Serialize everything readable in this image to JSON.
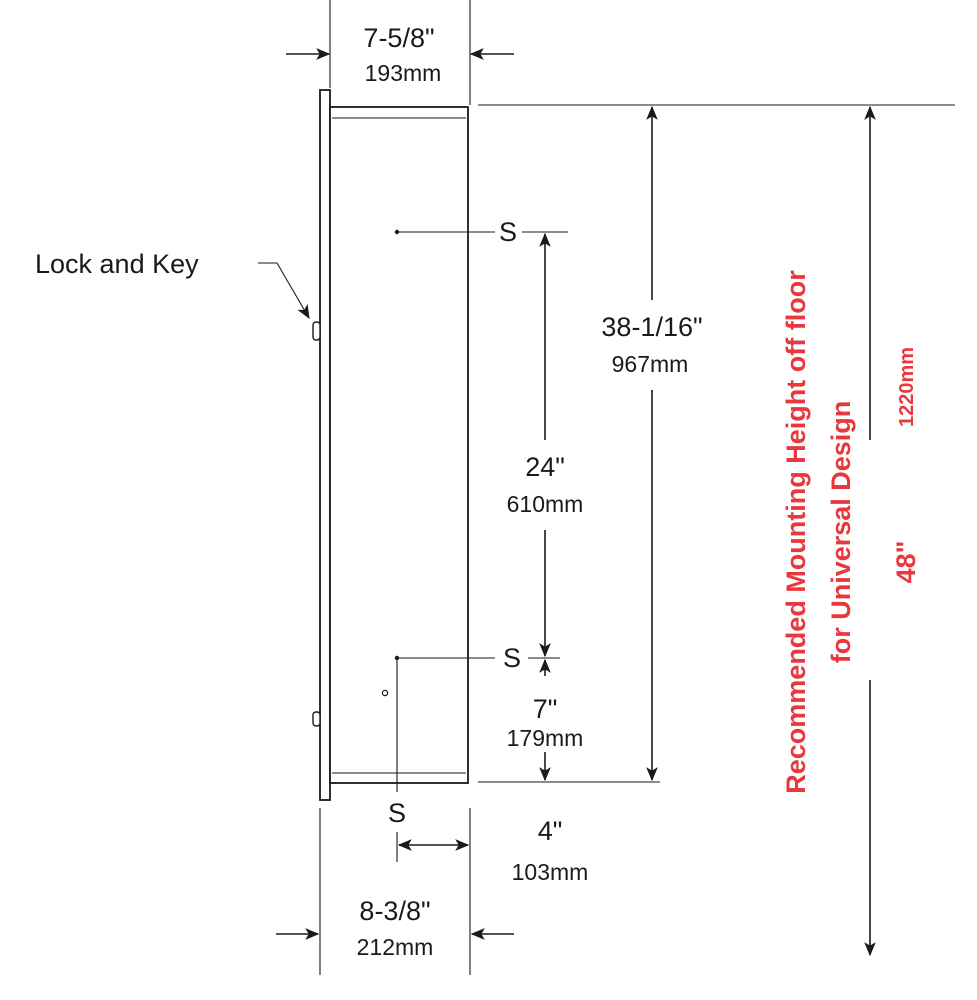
{
  "labels": {
    "lock_and_key": "Lock and Key",
    "top_width_in": "7-5/8\"",
    "top_width_mm": "193mm",
    "height_in": "38-1/16\"",
    "height_mm": "967mm",
    "stud_spacing_in": "24\"",
    "stud_spacing_mm": "610mm",
    "bottom_offset_in": "7\"",
    "bottom_offset_mm": "179mm",
    "side_offset_in": "4\"",
    "side_offset_mm": "103mm",
    "bottom_width_in": "8-3/8\"",
    "bottom_width_mm": "212mm",
    "screw_marker_top": "S",
    "screw_marker_mid": "S",
    "screw_marker_bottom": "S"
  },
  "mounting": {
    "line1": "Recommended Mounting Height off floor",
    "line2": "for Universal Design",
    "height_in": "48\"",
    "height_mm": "1220mm"
  },
  "colors": {
    "ink": "#1a1a1a",
    "accent_red": "#e8383d",
    "background": "#ffffff"
  }
}
